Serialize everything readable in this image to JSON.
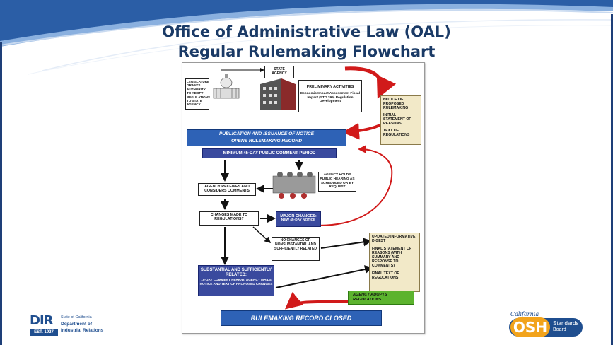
{
  "title_line1": "Office of Administrative Law (OAL)",
  "title_line2": "Regular Rulemaking Flowchart",
  "flowchart": {
    "legislature": "LEGISLATURE GRANTS AUTHORITY TO ADOPT REGULATIONS TO STATE AGENCY",
    "state_agency": "STATE AGENCY",
    "preliminary_title": "PRELIMINARY ACTIVITIES",
    "preliminary_items": "Economic Impact Assessment Fiscal Impact (STD 399) Regulation Development",
    "notice_scroll": [
      "NOTICE OF PROPOSED RULEMAKING",
      "INITIAL STATEMENT OF REASONS",
      "TEXT OF REGULATIONS"
    ],
    "publication_line1": "PUBLICATION AND ISSUANCE OF NOTICE",
    "publication_line2": "OPENS RULEMAKING RECORD",
    "comment_period": "MINIMUM 45-DAY PUBLIC COMMENT PERIOD",
    "public_hearing": "AGENCY HOLDS PUBLIC HEARING AS SCHEDULED OR BY REQUEST",
    "receives_comments": "AGENCY RECEIVES AND CONSIDERS COMMENTS",
    "changes_made": "CHANGES MADE TO REGULATIONS?",
    "major_changes_title": "MAJOR CHANGES:",
    "major_changes_sub": "NEW 45-DAY NOTICE",
    "no_changes": "NO CHANGES OR NONSUBSTANTIAL AND SUFFICIENTLY RELATED",
    "substantial_title": "SUBSTANTIAL AND SUFFICIENTLY RELATED:",
    "substantial_sub": "15-DAY COMMENT PERIOD: AGENCY MAILS NOTICE AND TEXT OF PROPOSED CHANGES",
    "final_scroll": [
      "UPDATED INFORMATIVE DIGEST",
      "FINAL STATEMENT OF REASONS (WITH SUMMARY AND RESPONSE TO COMMENTS)",
      "FINAL TEXT OF REGULATIONS"
    ],
    "agency_adopts": "AGENCY ADOPTS REGULATIONS",
    "record_closed": "RULEMAKING RECORD CLOSED"
  },
  "dir_logo": {
    "mark": "DIR",
    "state": "State of California",
    "dept1": "Department of",
    "dept2": "Industrial Relations",
    "est": "EST. 1927"
  },
  "osh_logo": {
    "script": "California",
    "mark": "OSH",
    "line1": "Standards",
    "line2": "Board"
  },
  "colors": {
    "title": "#1a3a66",
    "banner_blue": "#2e62b6",
    "dark_blue": "#3a4a9e",
    "red_arrow": "#d11a1a",
    "green": "#5cb32e",
    "scroll": "#f2e9c8"
  }
}
